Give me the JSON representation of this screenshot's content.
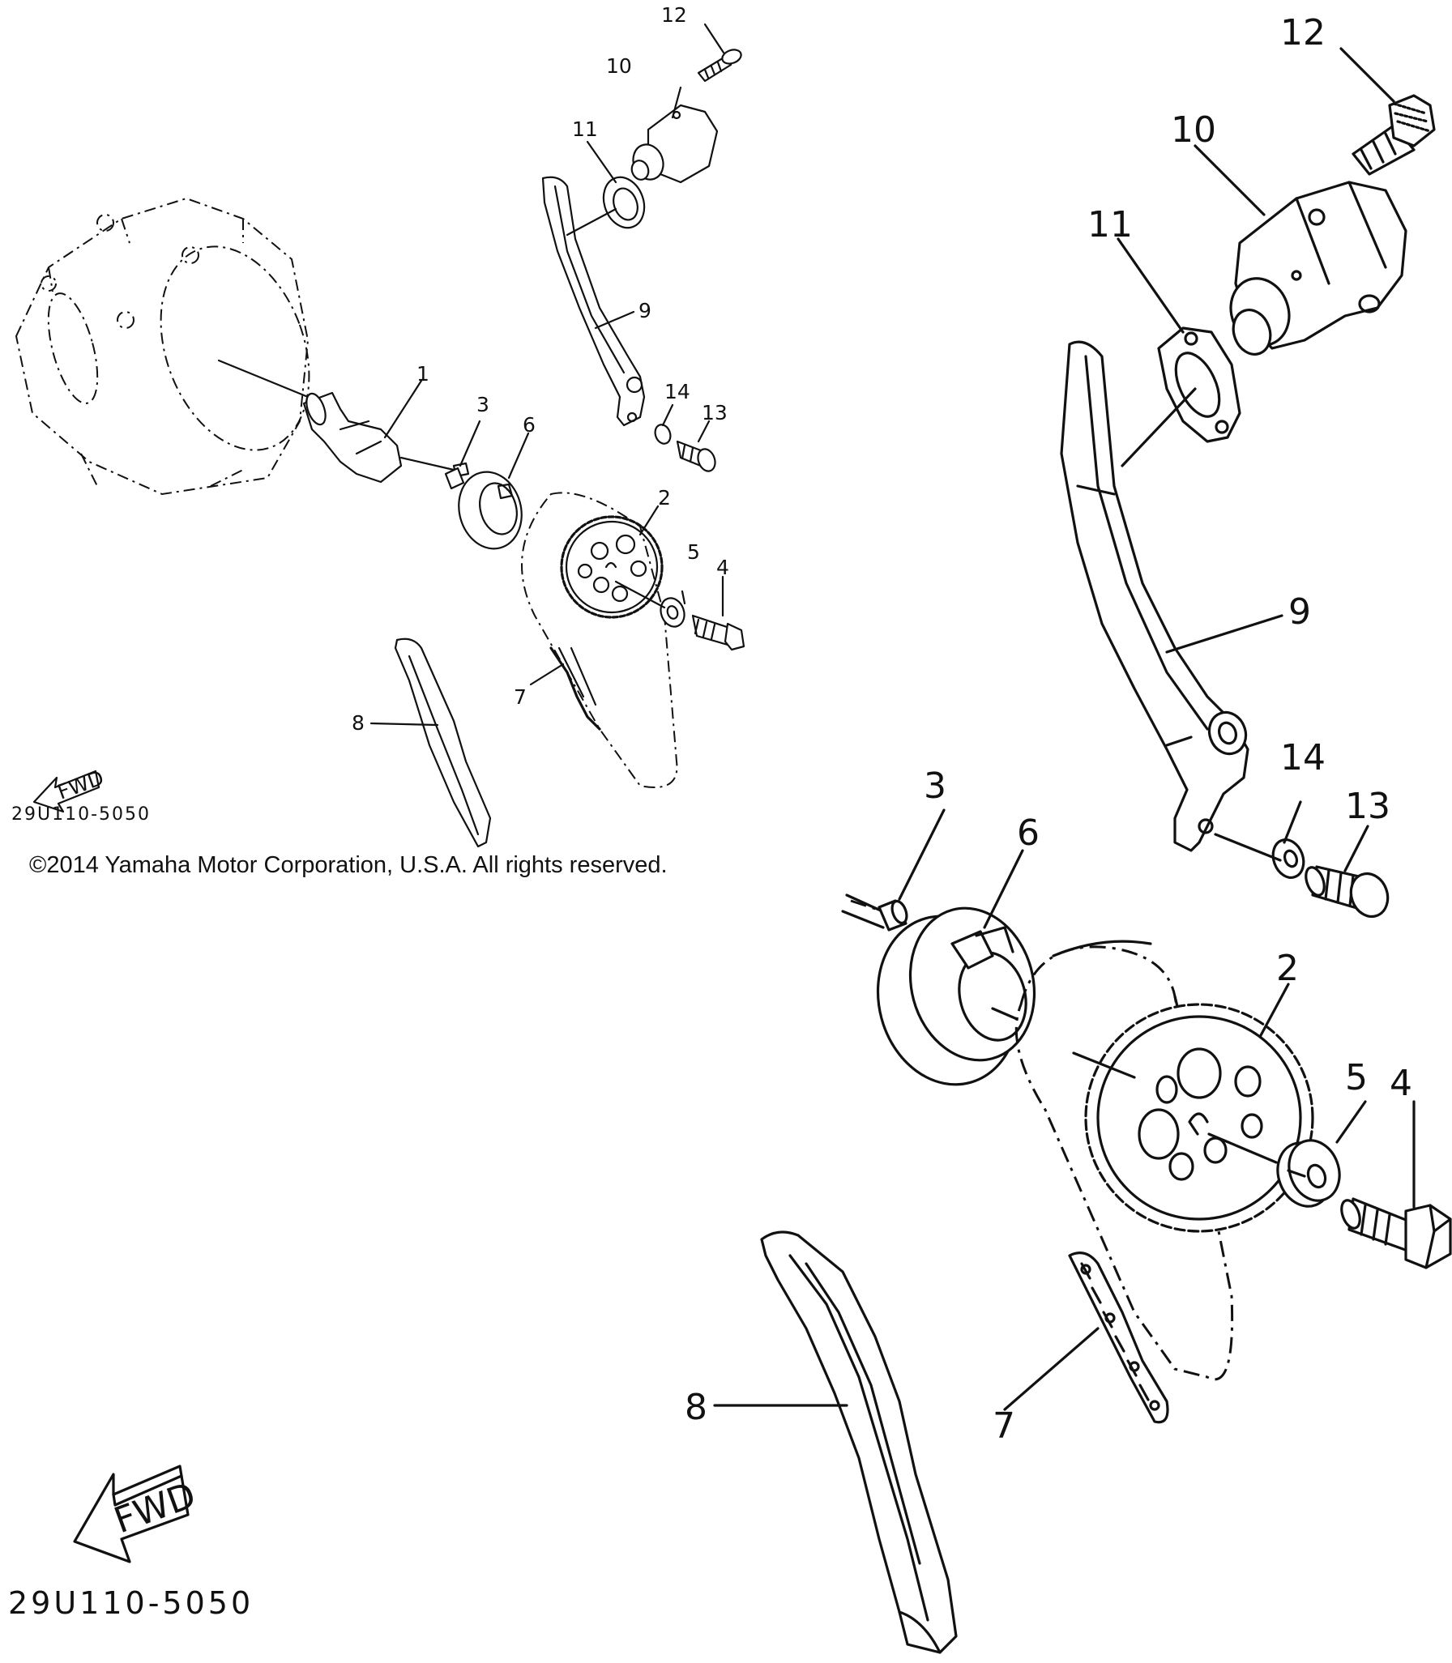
{
  "copyright": "©2014 Yamaha Motor Corporation, U.S.A. All rights reserved.",
  "diagram_code": "29U110-5050",
  "fwd_label": "FWD",
  "callouts": [
    "1",
    "2",
    "3",
    "4",
    "5",
    "6",
    "7",
    "8",
    "9",
    "10",
    "11",
    "12",
    "13",
    "14"
  ]
}
